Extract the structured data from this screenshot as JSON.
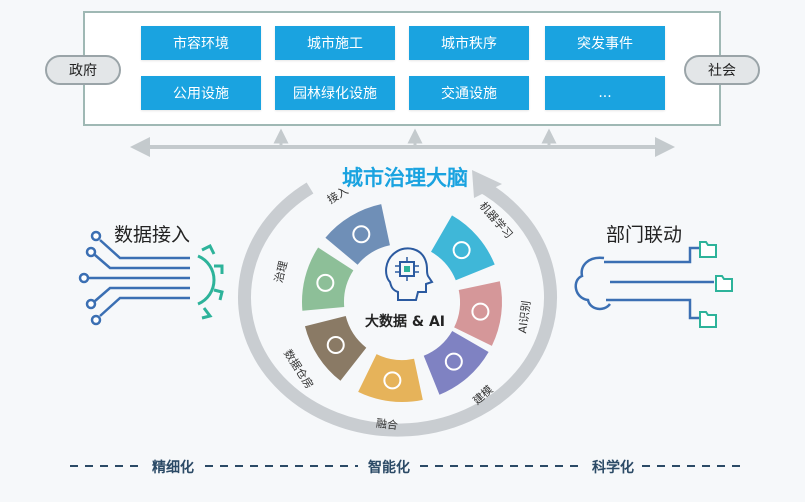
{
  "header": {
    "tiles": [
      "市容环境",
      "城市施工",
      "城市秩序",
      "突发事件",
      "公用设施",
      "园林绿化设施",
      "交通设施",
      "..."
    ],
    "left_party": "政府",
    "right_party": "社会"
  },
  "title": "城市治理大脑",
  "left_label": "数据接入",
  "right_label": "部门联动",
  "center_label": "大数据 & AI",
  "segments": [
    "接入",
    "治理",
    "数据仓房",
    "融合",
    "建模",
    "AI识别",
    "机器学习"
  ],
  "segment_icons": [
    "sliders-icon",
    "recycle-icon",
    "calendar-icon",
    "merge-arrow-icon",
    "cubes-icon",
    "ai-head-icon",
    "network-icon"
  ],
  "bottom_labels": [
    "精细化",
    "智能化",
    "科学化"
  ],
  "colors": {
    "tile": "#1aa3e0",
    "title": "#1aa3e0",
    "segments": [
      "#6f8fb7",
      "#8dbf98",
      "#8a7a65",
      "#e6b35a",
      "#7f82c2",
      "#d59799",
      "#3fb7d8"
    ],
    "circuit": "#3b6fb3",
    "gear": "#2db39a",
    "cloud": "#3b6fb3",
    "folder": "#2db39a"
  }
}
